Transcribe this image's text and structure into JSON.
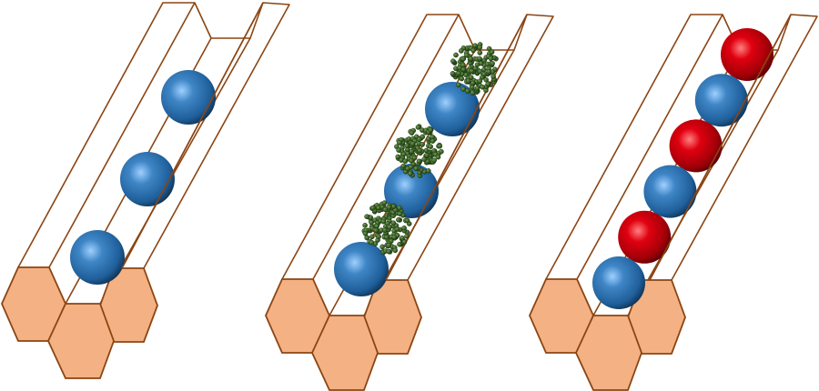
{
  "colors": {
    "hex_fill": "#F4B183",
    "hex_stroke": "#8B4513",
    "prism_stroke": "#8B4513",
    "blue_sphere": "#2E75B6",
    "red_sphere": "#C00000",
    "cluster": "#385723"
  },
  "panels": [
    {
      "name": "panel-blue-only",
      "spheres": [
        "blue",
        "blue",
        "blue"
      ],
      "clusters": 0
    },
    {
      "name": "panel-blue-with-clusters",
      "spheres": [
        "blue",
        "blue",
        "blue"
      ],
      "clusters": 3
    },
    {
      "name": "panel-blue-red-alternating",
      "spheres": [
        "blue",
        "red",
        "blue",
        "red",
        "blue",
        "red"
      ],
      "clusters": 0
    }
  ]
}
